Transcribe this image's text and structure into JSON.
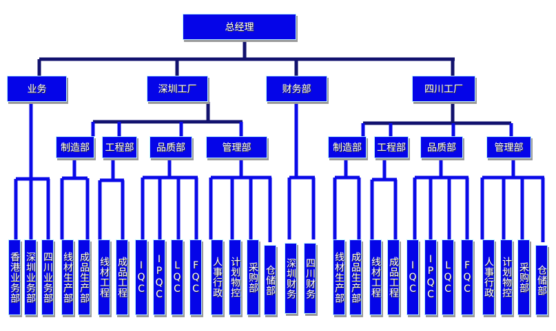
{
  "colors": {
    "box": "#0505e8",
    "line": "#0a0ae8",
    "main_bus": "#12126e"
  },
  "root": {
    "label": "总经理"
  },
  "level2": [
    {
      "label": "业务",
      "children": [
        "香港业务部",
        "深圳业务部",
        "四川业务部"
      ]
    },
    {
      "label": "深圳工厂",
      "departments": [
        {
          "label": "制造部",
          "children": [
            "线材生产部",
            "成品生产部"
          ]
        },
        {
          "label": "工程部",
          "children": [
            "线材工程",
            "成品工程"
          ]
        },
        {
          "label": "品质部",
          "children": [
            "IQC",
            "IPQC",
            "LQC",
            "FQC"
          ]
        },
        {
          "label": "管理部",
          "children": [
            "人事行政",
            "计划物控",
            "采购部",
            "仓储部"
          ]
        }
      ]
    },
    {
      "label": "财务部",
      "children": [
        "深圳财务",
        "四川财务"
      ]
    },
    {
      "label": "四川工厂",
      "departments": [
        {
          "label": "制造部",
          "children": [
            "线材生产部",
            "成品生产部"
          ]
        },
        {
          "label": "工程部",
          "children": [
            "线材工程",
            "成品工程"
          ]
        },
        {
          "label": "品质部",
          "children": [
            "IQC",
            "IPQC",
            "LQC",
            "FQC"
          ]
        },
        {
          "label": "管理部",
          "children": [
            "人事行政",
            "计划物控",
            "采购部",
            "仓储部"
          ]
        }
      ]
    }
  ]
}
